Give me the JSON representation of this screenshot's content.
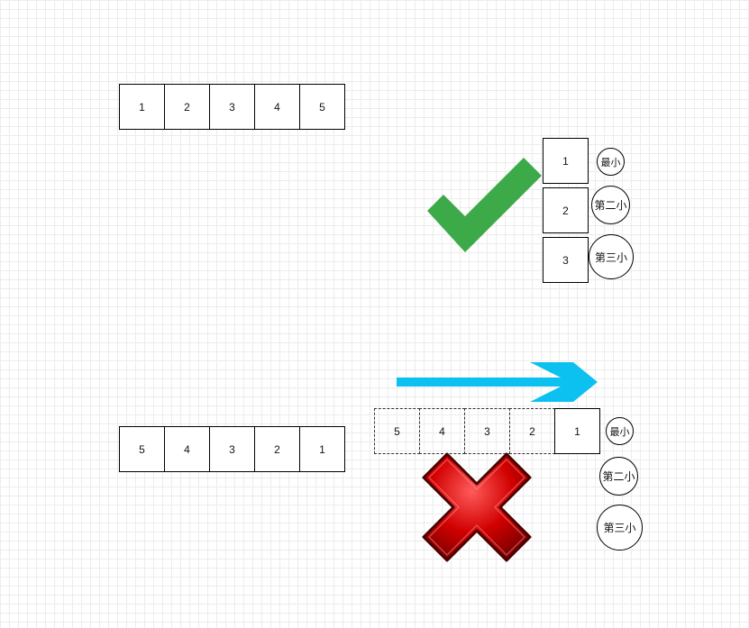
{
  "top_row": {
    "cells": [
      "1",
      "2",
      "3",
      "4",
      "5"
    ]
  },
  "correct_result": {
    "stack": [
      "1",
      "2",
      "3"
    ],
    "labels": [
      "最小",
      "第二小",
      "第三小"
    ],
    "icon": "checkmark-icon",
    "icon_color": "#3daa4a"
  },
  "bottom_row": {
    "cells": [
      "5",
      "4",
      "3",
      "2",
      "1"
    ]
  },
  "wrong_result": {
    "queue": [
      "5",
      "4",
      "3",
      "2",
      "1"
    ],
    "labels": [
      "最小",
      "第二小",
      "第三小"
    ],
    "arrow_icon": "arrow-right-icon",
    "arrow_color": "#0cc1f0",
    "icon": "cross-icon",
    "icon_color": "#cc0000"
  }
}
